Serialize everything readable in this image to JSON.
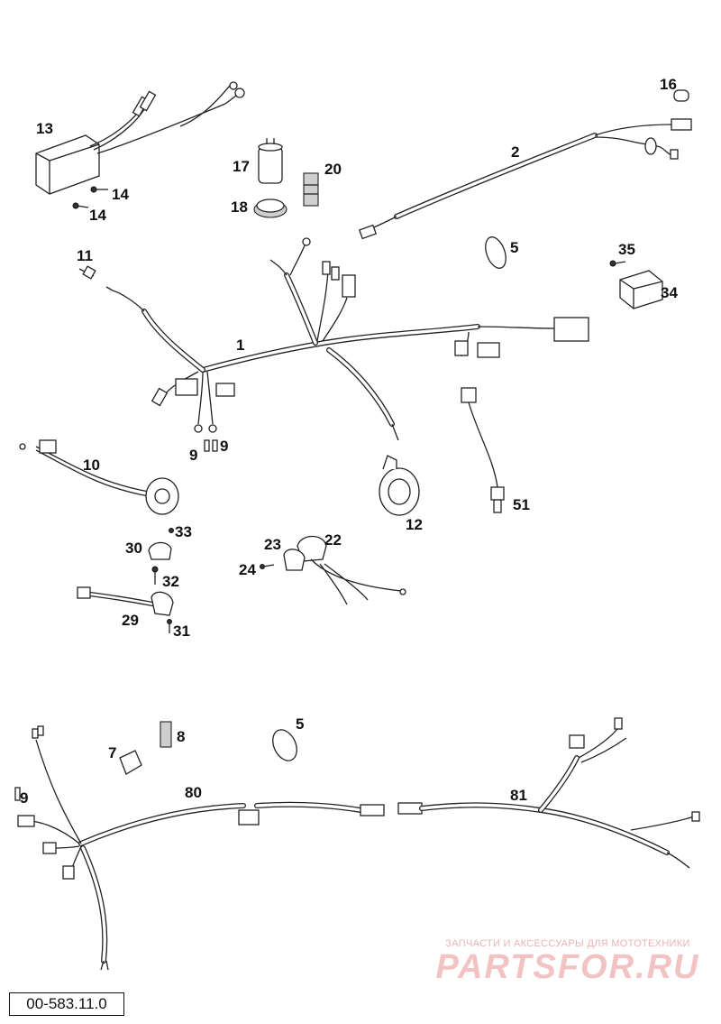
{
  "callouts": {
    "c1": "1",
    "c2": "2",
    "c5a": "5",
    "c5b": "5",
    "c7": "7",
    "c8": "8",
    "c9a": "9",
    "c9b": "9",
    "c9c": "9",
    "c10": "10",
    "c11": "11",
    "c12": "12",
    "c13": "13",
    "c14a": "14",
    "c14b": "14",
    "c16": "16",
    "c17": "17",
    "c18": "18",
    "c20": "20",
    "c22": "22",
    "c23": "23",
    "c24": "24",
    "c29": "29",
    "c30": "30",
    "c31": "31",
    "c32": "32",
    "c33": "33",
    "c34": "34",
    "c35": "35",
    "c51": "51",
    "c80": "80",
    "c81": "81"
  },
  "drawing_code": "00-583.11.0",
  "watermark": {
    "caption": "ЗАПЧАСТИ И АКСЕССУАРЫ ДЛЯ МОТОТЕХНИКИ",
    "logo": "PARTSFOR.RU"
  },
  "colors": {
    "line": "#222222",
    "watermark": "#f2c3c3"
  }
}
